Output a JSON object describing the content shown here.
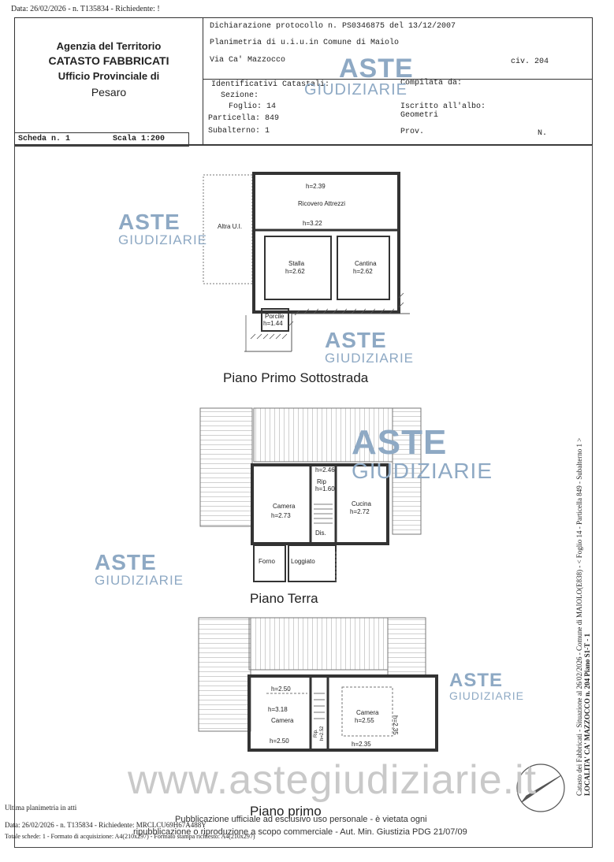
{
  "top_stamp": "Data: 26/02/2026 - n. T135834 - Richiedente: !",
  "agency": {
    "line1": "Agenzia del Territorio",
    "line2": "CATASTO FABBRICATI",
    "line3": "Ufficio Provinciale di",
    "line4": "Pesaro"
  },
  "declaration": {
    "line1": "Dichiarazione protocollo n. PS0346875 del 13/12/2007",
    "line2": "Planimetria di u.i.u.in Comune di Maiolo",
    "line3": "Via Ca' Mazzocco",
    "civ": "civ. 204"
  },
  "identifiers": {
    "title": "Identificativi Catastali:",
    "sezione": "Sezione:",
    "foglio": "Foglio: 14",
    "particella": "Particella: 849",
    "subalterno": "Subalterno: 1",
    "compilata": "Compilata da:",
    "iscritto": "Iscritto all'albo:",
    "albo": "Geometri",
    "prov": "Prov.",
    "n": "N."
  },
  "scheda": {
    "scheda": "Scheda n. 1",
    "scala": "Scala 1:200"
  },
  "floors": {
    "first": {
      "title": "Piano Primo Sottostrada",
      "rooms": {
        "ricovero_h_top": "h=2.39",
        "ricovero": "Ricovero Attrezzi",
        "ricovero_h_bottom": "h=3.22",
        "altra": "Altra U.I.",
        "stalla": "Stalla",
        "stalla_h": "h=2.62",
        "cantina": "Cantina",
        "cantina_h": "h=2.62",
        "porcile": "Porcile",
        "porcile_h": "h=1.44"
      }
    },
    "terra": {
      "title": "Piano Terra",
      "rooms": {
        "top_h": "h=2.46",
        "rip": "Rip",
        "rip_h": "h=1.60",
        "camera": "Camera",
        "camera_h": "h=2.73",
        "cucina": "Cucina",
        "cucina_h": "h=2.72",
        "dis": "Dis.",
        "forno": "Forno",
        "loggiato": "Loggiato"
      }
    },
    "primo": {
      "title": "Piano primo",
      "rooms": {
        "h1": "h=2.50",
        "h2": "h=3.18",
        "camera1": "Camera",
        "h3": "h=2.50",
        "camera2": "Camera",
        "camera2_h": "h=2.55",
        "h4": "h=2.35",
        "h5": "h=2.35",
        "rip": "Rip.",
        "rip_h": "h=2.52"
      }
    }
  },
  "watermarks": {
    "aste": "ASTE",
    "giudiziarie": "GIUDIZIARIE",
    "site": "www.astegiudiziarie.it"
  },
  "footer": {
    "ultima": "Ultima planimetria in atti",
    "data": "Data: 26/02/2026 - n. T135834 - Richiedente: MRCLCU69H67A488Y",
    "totale": "Totale schede: 1 - Formato di acquisizione: A4(210x297) - Formato stampa richiesto: A4(210x297)",
    "notice1": "Pubblicazione ufficiale ad esclusivo uso personale - è vietata ogni",
    "notice2": "ripubblicazione o riproduzione a scopo commerciale - Aut. Min. Giustizia PDG 21/07/09"
  },
  "side": {
    "line1": "Catasto dei Fabbricati - Situazione al 26/02/2026 - Comune di MAIOLO(E838) - < Foglio 14 - Particella 849 - Subalterno 1 >",
    "line2": "LOCALITA' CA' MAZZOCCO n. 204 Piano S1-T - 1"
  },
  "colors": {
    "watermark": "#8ea9c4",
    "line": "#333333"
  }
}
